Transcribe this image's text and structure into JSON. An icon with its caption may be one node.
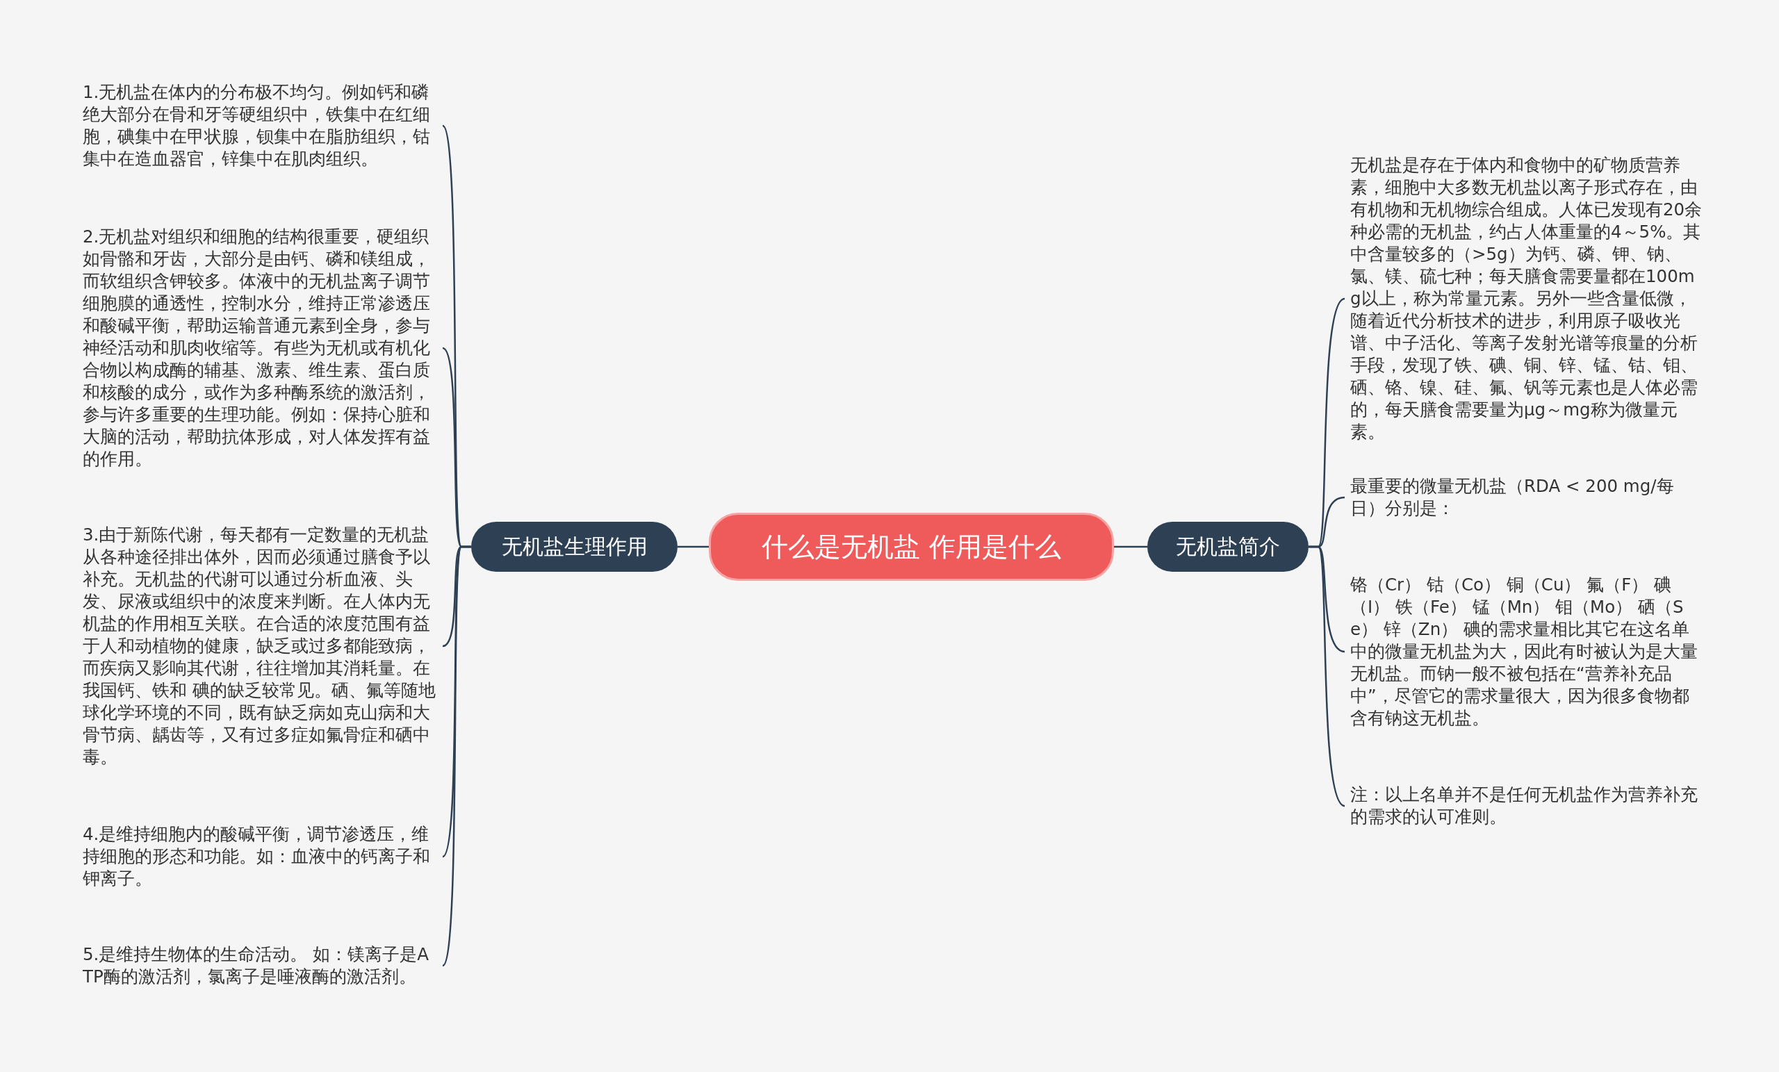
{
  "diagram": {
    "nodes": [
      {
        "text": [
          "什么是无机盐 作用是什么"
        ]
      },
      {
        "text": [
          "无机盐生理作用"
        ]
      },
      {
        "text": [
          "1.无机盐在体内的分布极不均匀。例如钙和磷绝大部分在骨和牙等硬组织中，铁集中在红细胞，碘集中在甲状腺，钡集中在脂肪组织，钴集中在造血器官，锌集中在肌肉组织。"
        ]
      },
      {
        "text": [
          "2.无机盐对组织和细胞的结构很重要，硬组织如骨骼和牙齿，大部分是由钙、磷和镁组成，而软组织含钾较多。体液中的无机盐离子调节细胞膜的通透性，控制水分，维持正常渗透压和酸碱平衡，帮助运输普通元素到全身，参与神经活动和肌肉收缩等。有些为无机或有机化合物以构成酶的辅基、激素、维生素、蛋白质和核酸的成分，或作为多种酶系统的激活剂，参与许多重要的生理功能。例如：保持心脏和大脑的活动，帮助抗体形成，对人体发挥有益的作用。"
        ]
      },
      {
        "text": [
          "3.由于新陈代谢，每天都有一定数量的无机盐从各种途径排出体外，因而必须通过膳食予以补充。无机盐的代谢可以通过分析血液、头发、尿液或组织中的浓度来判断。在人体内无机盐的作用相互关联。在合适的浓度范围有益于人和动植物的健康，缺乏或过多都能致病，而疾病又影响其代谢，往往增加其消耗量。在我国钙、铁和 碘的缺乏较常见。硒、氟等随地球化学环境的不同，既有缺乏病如克山病和大骨节病、龋齿等，又有过多症如氟骨症和硒中毒。"
        ]
      },
      {
        "text": [
          "4.是维持细胞内的酸碱平衡，调节渗透压，维持细胞的形态和功能。如：血液中的钙离子和钾离子。"
        ]
      },
      {
        "text": [
          "5.是维持生物体的生命活动。 如：镁离子是ATP酶的激活剂，氯离子是唾液酶的激活剂。"
        ]
      },
      {
        "text": [
          "无机盐简介"
        ]
      },
      {
        "text": [
          "无机盐是存在于体内和食物中的矿物质营养素，细胞中大多数无机盐以离子形式存在，由有机物和无机物综合组成。人体已发现有20余种必需的无机盐，约占人体重量的4～5%。其中含量较多的（>5g）为钙、磷、钾、钠、氯、镁、硫七种；每天膳食需要量都在100mg以上，称为常量元素。另外一些含量低微，随着近代分析技术的进步，利用原子吸收光谱、中子活化、等离子发射光谱等痕量的分析手段，发现了铁、碘、铜、锌、锰、钴、钼、硒、铬、镍、硅、氟、钒等元素也是人体必需的，每天膳食需要量为μg～mg称为微量元素。"
        ]
      },
      {
        "text": [
          "最重要的微量无机盐（RDA < 200 mg/每日）分别是："
        ]
      },
      {
        "text": [
          "铬（Cr） 钴（Co） 铜（Cu） 氟（F） 碘（I） 铁（Fe） 锰（Mn） 钼（Mo） 硒（Se） 锌（Zn） 碘的需求量相比其它在这名单中的微量无机盐为大，因此有时被认为是大量无机盐。而钠一般不被包括在“营养补充品中”，尽管它的需求量很大，因为很多食物都含有钠这无机盐。"
        ]
      },
      {
        "text": [
          "注：以上名单并不是任何无机盐作为营养补充的需求的认可准则。"
        ]
      }
    ],
    "edges": [
      {
        "from": 0,
        "to": 1,
        "arrow": "none"
      },
      {
        "from": 0,
        "to": 7,
        "arrow": "none"
      },
      {
        "from": 1,
        "to": 2,
        "arrow": "none"
      },
      {
        "from": 1,
        "to": 3,
        "arrow": "none"
      },
      {
        "from": 1,
        "to": 4,
        "arrow": "none"
      },
      {
        "from": 1,
        "to": 5,
        "arrow": "none"
      },
      {
        "from": 1,
        "to": 6,
        "arrow": "none"
      },
      {
        "from": 7,
        "to": 8,
        "arrow": "none"
      },
      {
        "from": 7,
        "to": 9,
        "arrow": "none"
      },
      {
        "from": 7,
        "to": 10,
        "arrow": "none"
      },
      {
        "from": 7,
        "to": 11,
        "arrow": "none"
      }
    ]
  }
}
